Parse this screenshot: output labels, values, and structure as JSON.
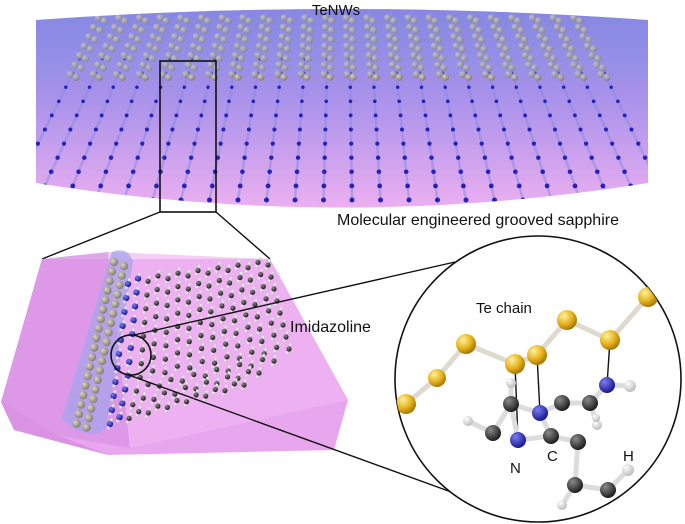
{
  "labels": {
    "top": "TeNWs",
    "substrate": "Molecular engineered grooved sapphire",
    "molecule": "Imidazoline",
    "chain": "Te chain",
    "atom_n": "N",
    "atom_c": "C",
    "atom_h": "H"
  },
  "colors": {
    "substrate": "#e8a6ee",
    "groove": "#8c8ae6",
    "tellurium_top": "#9c9684",
    "tellurium_zoom": "#e6b21a",
    "nitrogen": "#2424b4",
    "carbon": "#3a3a3a",
    "hydrogen": "#eeeeee",
    "highlight": "#c0c0f4",
    "bond": "#111111",
    "contact_bond": "#d01010"
  }
}
